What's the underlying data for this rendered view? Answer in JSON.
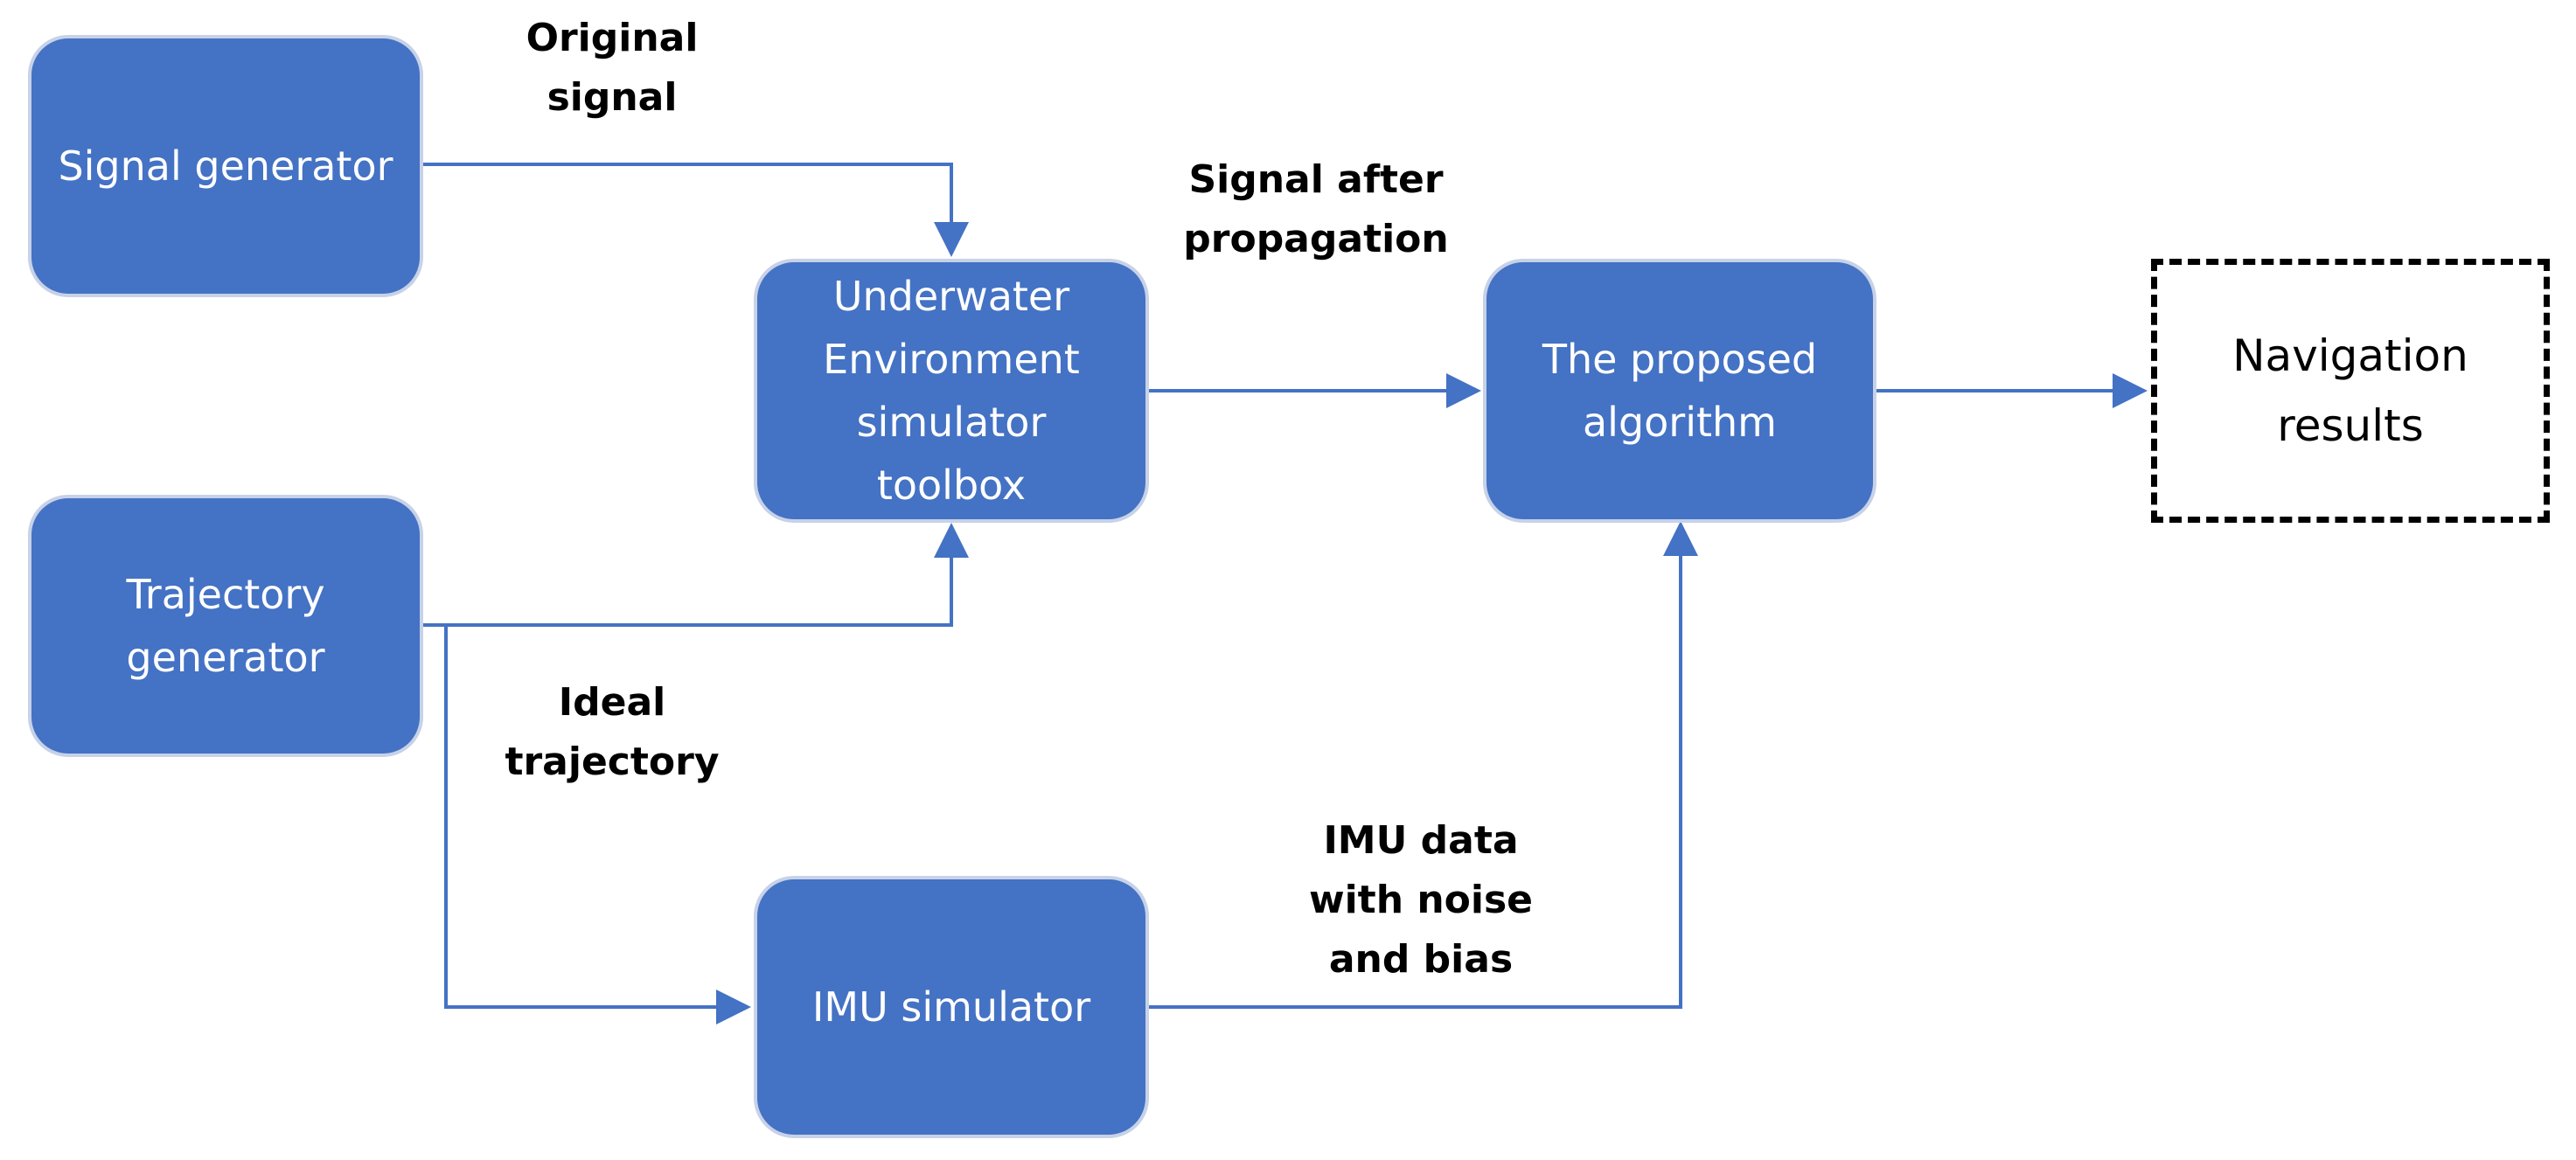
{
  "diagram": {
    "nodes": {
      "signal_generator": "Signal generator",
      "trajectory_generator": "Trajectory\ngenerator",
      "underwater_simulator": "Underwater\nEnvironment\nsimulator\ntoolbox",
      "imu_simulator": "IMU simulator",
      "proposed_algorithm": "The proposed\nalgorithm",
      "navigation_results": "Navigation\nresults"
    },
    "edge_labels": {
      "original_signal": "Original\nsignal",
      "signal_after_propagation": "Signal after\npropagation",
      "ideal_trajectory": "Ideal\ntrajectory",
      "imu_data": "IMU data\nwith noise\nand bias"
    },
    "colors": {
      "node_fill": "#4472c4",
      "node_border": "#c7d2e8",
      "arrow": "#4472c4",
      "result_border": "#000000"
    }
  }
}
